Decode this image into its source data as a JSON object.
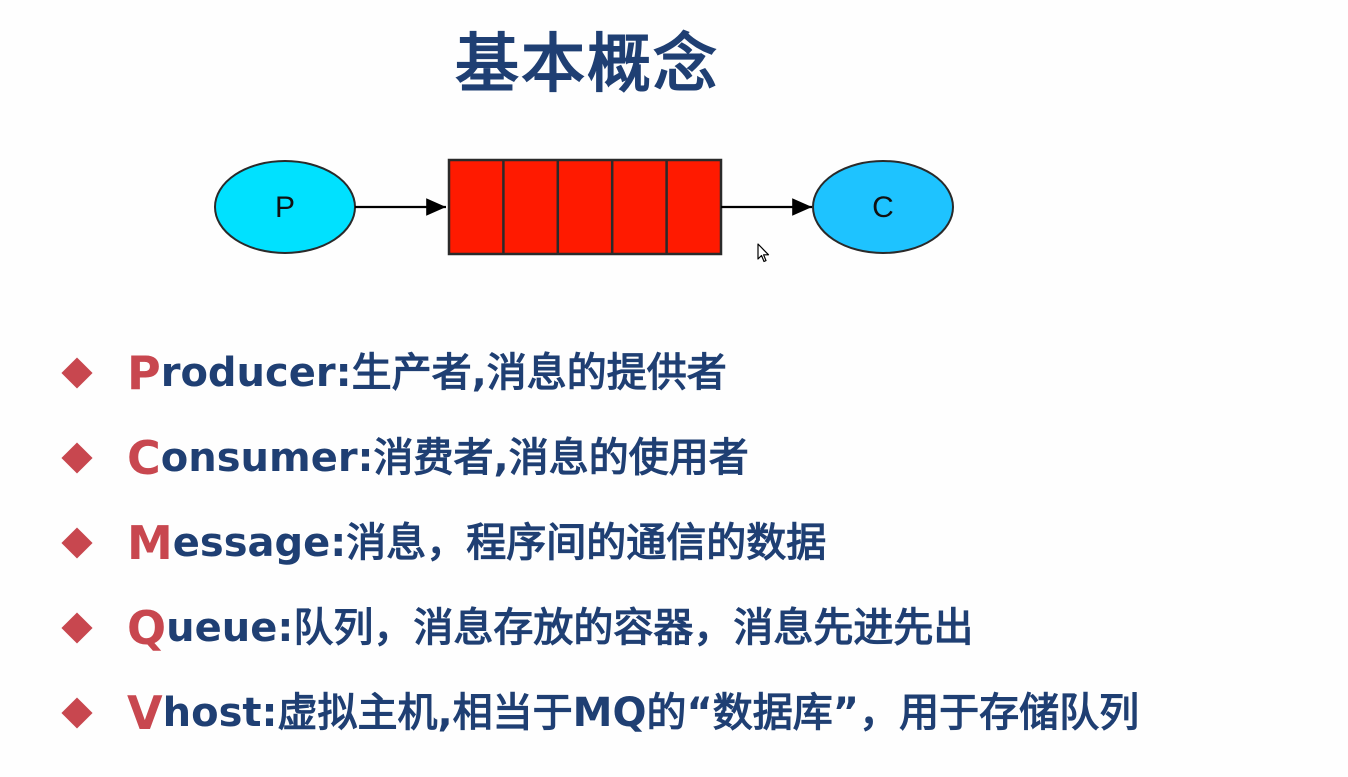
{
  "title": "基本概念",
  "diagram": {
    "producer_label": "P",
    "consumer_label": "C",
    "queue_slots": 5,
    "colors": {
      "producer_fill": "#00e1ff",
      "consumer_fill": "#1ec3ff",
      "queue_fill": "#ff1a00",
      "arrow": "#000000"
    }
  },
  "bullets": [
    {
      "lead": "P",
      "rest": "roducer:生产者,消息的提供者"
    },
    {
      "lead": "C",
      "rest": "onsumer:消费者,消息的使用者"
    },
    {
      "lead": "M",
      "rest": "essage:消息，程序间的通信的数据"
    },
    {
      "lead": "Q",
      "rest": "ueue:队列，消息存放的容器，消息先进先出"
    },
    {
      "lead": "V",
      "rest": "host:虚拟主机,相当于MQ的“数据库”，用于存储队列"
    }
  ],
  "colors": {
    "title": "#1f3f73",
    "text": "#1f3f73",
    "accent": "#c8474f"
  }
}
